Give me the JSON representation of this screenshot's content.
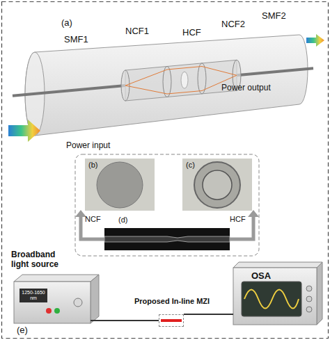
{
  "diagram": {
    "nodes": [
      {
        "text": [
          "Broadband light source",
          "1250-1650 nm"
        ]
      },
      {
        "text": [
          "Proposed In-line MZI"
        ]
      },
      {
        "text": [
          "OSA"
        ]
      }
    ],
    "edges": [
      {
        "from": 0,
        "to": 1,
        "arrow": "none"
      },
      {
        "from": 1,
        "to": 2,
        "arrow": "none"
      }
    ],
    "labels": [
      "(a)",
      "SMF1",
      "NCF1",
      "HCF",
      "NCF2",
      "SMF2",
      "Power output",
      "Power input",
      "(b)",
      "(c)",
      "NCF",
      "HCF",
      "(d)",
      "(e)"
    ]
  }
}
